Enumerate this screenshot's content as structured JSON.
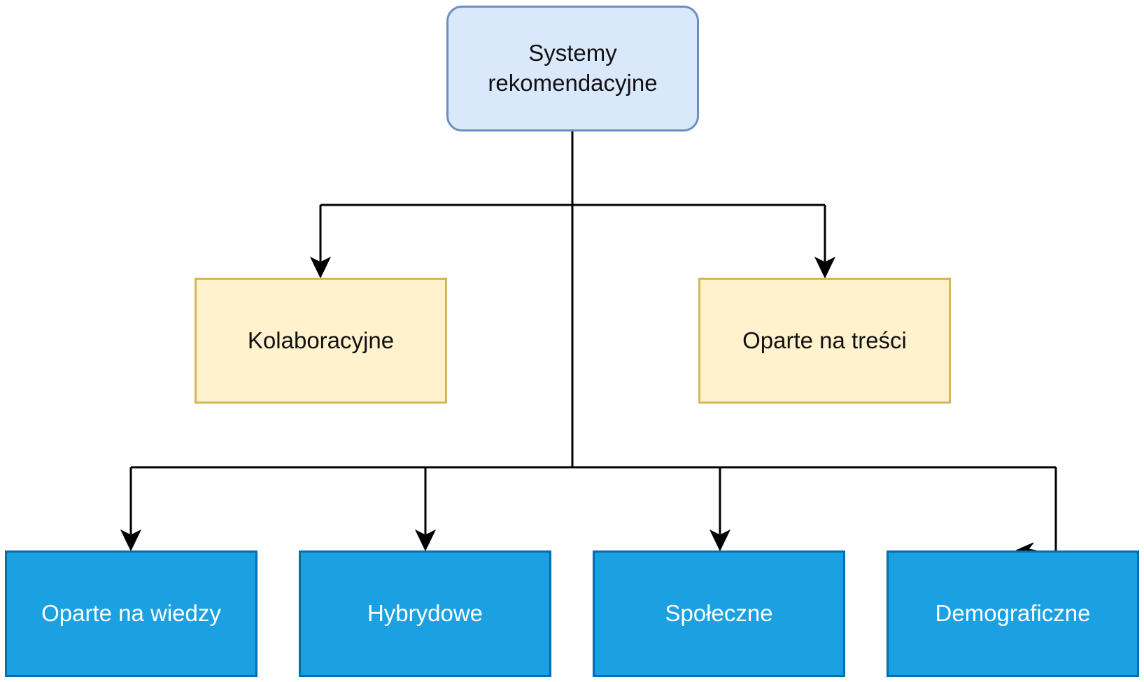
{
  "diagram": {
    "root": {
      "label": "Systemy rekomendacyjne"
    },
    "level1": [
      {
        "label": "Kolaboracyjne"
      },
      {
        "label": "Oparte na treści"
      }
    ],
    "level2": [
      {
        "label": "Oparte na wiedzy"
      },
      {
        "label": "Hybrydowe"
      },
      {
        "label": "Społeczne"
      },
      {
        "label": "Demograficzne"
      }
    ],
    "colors": {
      "root_fill": "#dae8fc",
      "root_stroke": "#6c8ebf",
      "mid_fill": "#fff2cc",
      "mid_stroke": "#d6b656",
      "leaf_fill": "#1ba1e2",
      "leaf_stroke": "#006eaf",
      "connector": "#000000"
    }
  }
}
